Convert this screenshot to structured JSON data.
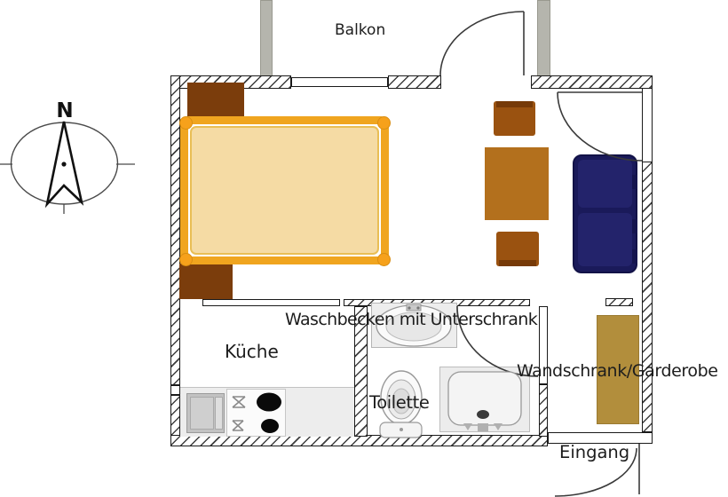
{
  "plan": {
    "title": "apartment-floor-plan",
    "labels": {
      "balcony": "Balkon",
      "kitchen": "Küche",
      "washbasin": "Waschbecken mit Unterschrank",
      "toilet": "Toilette",
      "wardrobe": "Wandschrank/Garderobe",
      "entrance": "Eingang"
    },
    "compass": {
      "north": "N"
    },
    "colors": {
      "bed_frame": "#f0a51f",
      "mattress": "#f5dba4",
      "nightstand": "#7b3d0c",
      "table": "#b3701d",
      "chair": "#9a5210",
      "couch": "#1c1c62",
      "wardrobe": "#b28e3c",
      "balcony_post": "#b5b5ad",
      "kitchen_counter": "#ededed",
      "label_text": "#1d1d1d"
    },
    "fixtures": [
      "bed",
      "nightstand",
      "dining-table",
      "chair",
      "couch",
      "wardrobe",
      "kitchen-counter",
      "kitchen-sink",
      "stove",
      "washbasin",
      "toilet",
      "shower"
    ]
  }
}
